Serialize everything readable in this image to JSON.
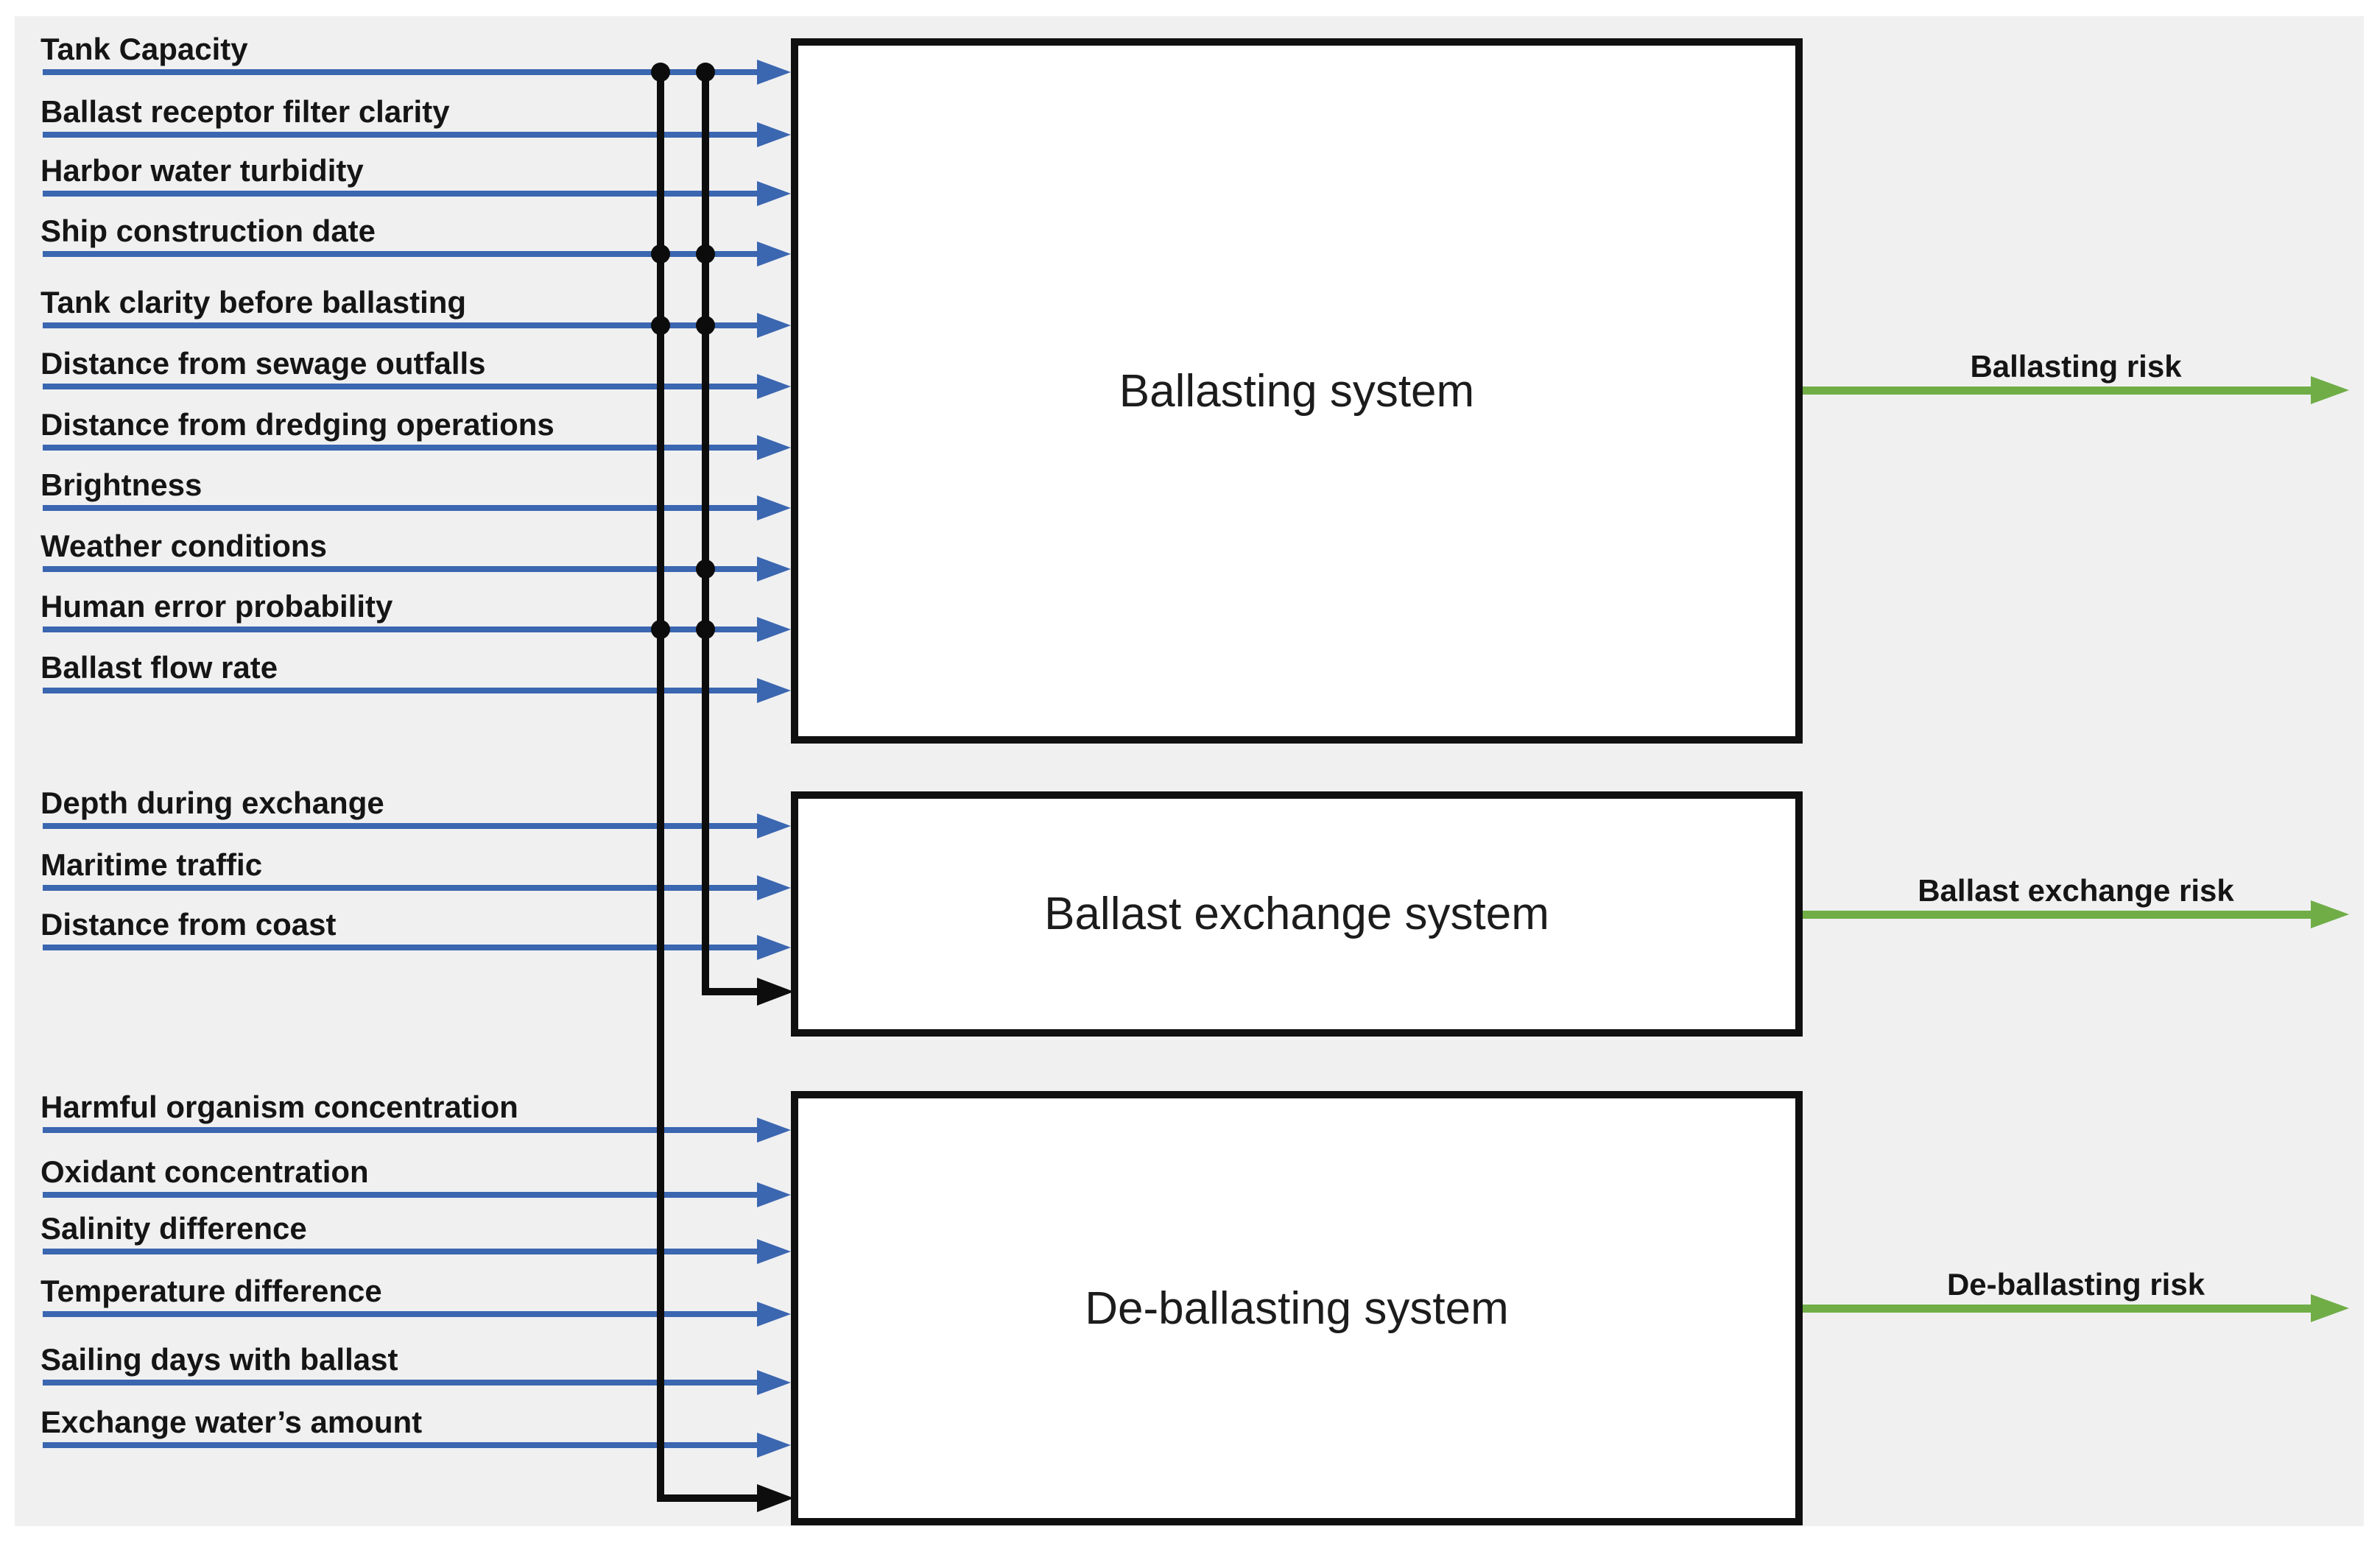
{
  "diagram": {
    "type": "block-diagram",
    "subject": "Ballast water risk model inputs and outputs",
    "systems": [
      {
        "title": "Ballasting system",
        "risk_label": "Ballasting risk",
        "inputs": [
          "Tank Capacity",
          "Ballast receptor filter clarity",
          "Harbor water turbidity",
          "Ship construction date",
          "Tank clarity before ballasting",
          "Distance from sewage outfalls",
          "Distance from dredging operations",
          "Brightness",
          "Weather conditions",
          "Human error probability",
          "Ballast flow rate"
        ]
      },
      {
        "title": "Ballast exchange system",
        "risk_label": "Ballast exchange risk",
        "inputs": [
          "Depth during exchange",
          "Maritime traffic",
          "Distance from coast"
        ]
      },
      {
        "title": "De-ballasting system",
        "risk_label": "De-ballasting risk",
        "inputs": [
          "Harmful organism concentration",
          "Oxidant concentration",
          "Salinity difference",
          "Temperature difference",
          "Sailing days with ballast",
          "Exchange water’s amount"
        ]
      }
    ],
    "shared_inputs": {
      "tapped_to_ballast_exchange_system": [
        "Tank Capacity",
        "Ship construction date",
        "Tank clarity before ballasting",
        "Weather conditions",
        "Human error probability"
      ],
      "tapped_to_de_ballasting_system": [
        "Tank Capacity",
        "Ship construction date",
        "Tank clarity before ballasting",
        "Human error probability"
      ]
    },
    "colors": {
      "input_arrow": "#3B66B0",
      "risk_arrow": "#70AD47",
      "connector_line": "#0D0D0D",
      "background": "#F0F0F1",
      "box_fill": "#FFFFFF",
      "box_border": "#101010",
      "text": "#151515"
    }
  }
}
